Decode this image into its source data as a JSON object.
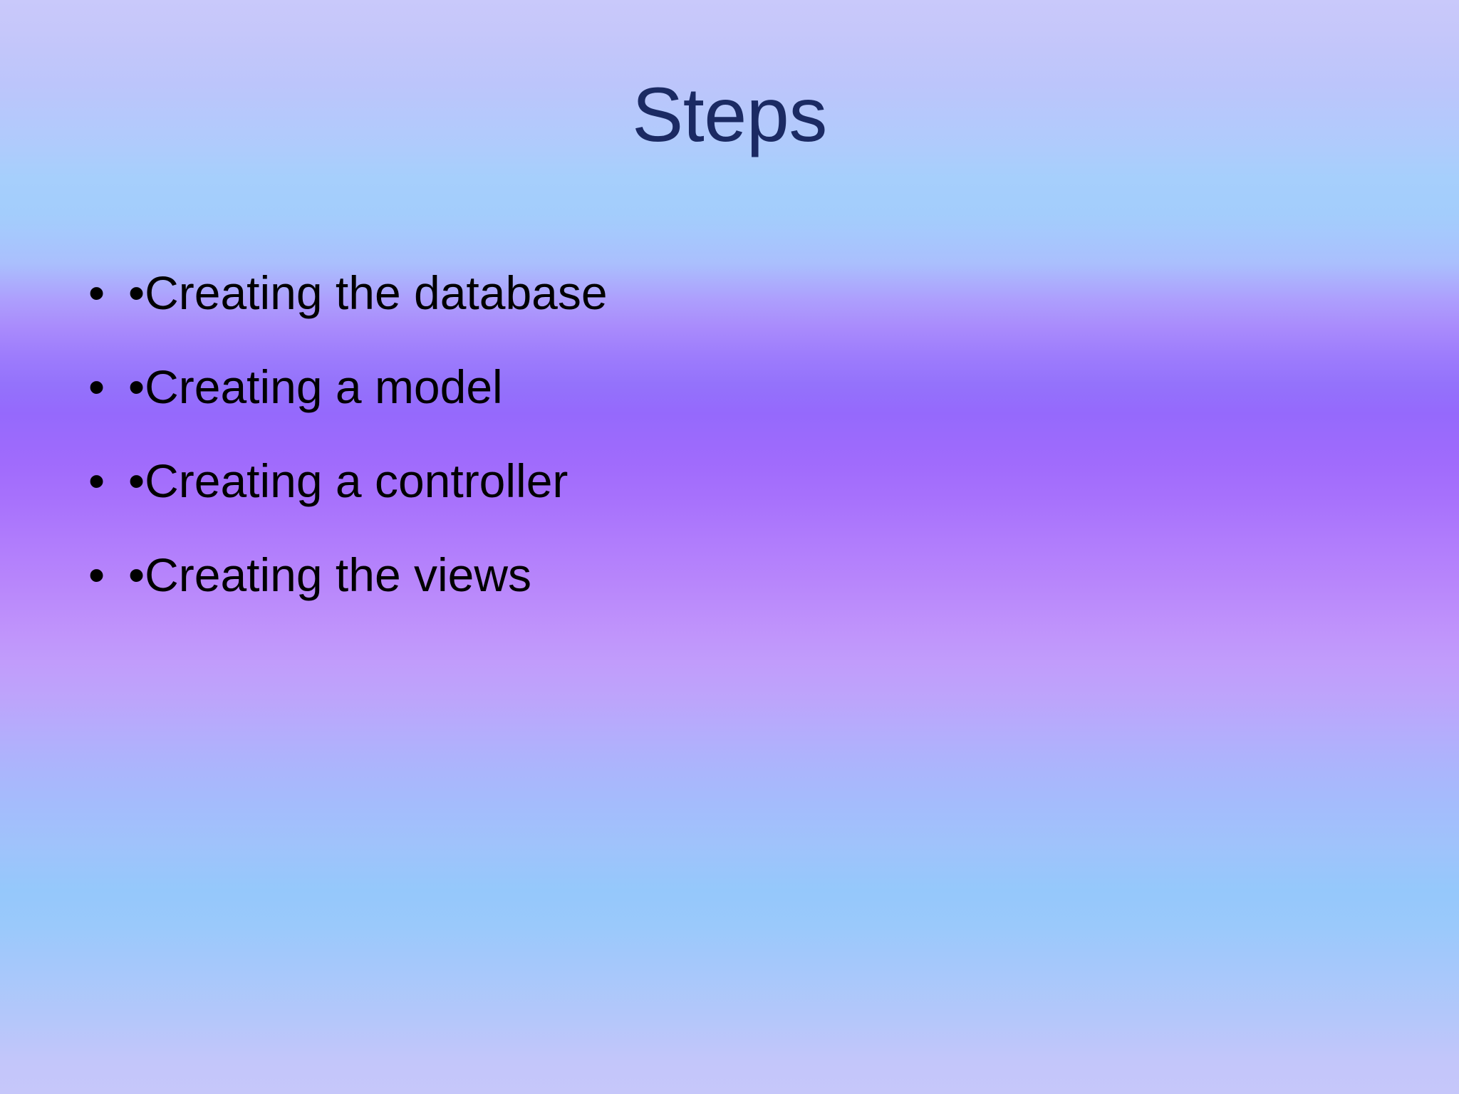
{
  "slide": {
    "title": "Steps",
    "title_color": "#1b2a63",
    "body_text_color": "#000000",
    "background": {
      "type": "vertical-gradient",
      "stops": [
        "#c9c9fb",
        "#a3cdfc",
        "#9a6afc",
        "#c19cfb",
        "#95c8fb",
        "#c6c7fa"
      ]
    },
    "bullets": [
      {
        "marker": "•",
        "text": "•Creating the database"
      },
      {
        "marker": "•",
        "text": "•Creating a model"
      },
      {
        "marker": "•",
        "text": "•Creating a controller"
      },
      {
        "marker": "•",
        "text": "•Creating the views"
      }
    ]
  }
}
